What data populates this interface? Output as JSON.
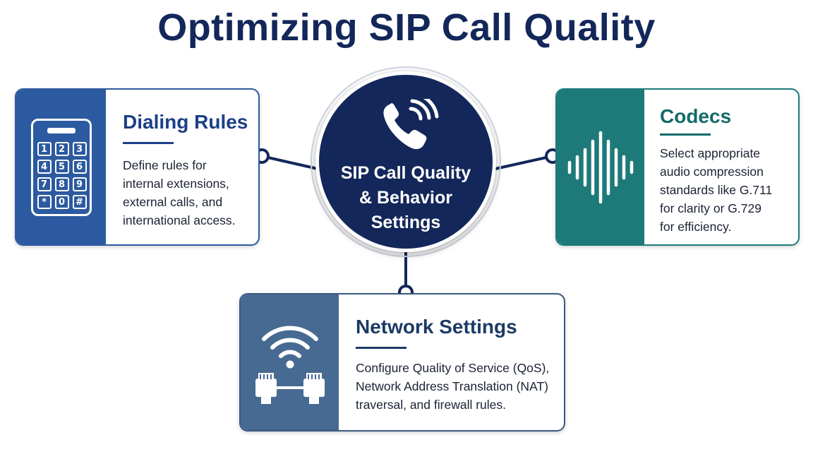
{
  "title": "Optimizing SIP Call Quality",
  "hub": {
    "label": "SIP Call Quality\n& Behavior\nSettings",
    "icon": "phone-call-icon",
    "color": "#13275a"
  },
  "cards": {
    "dialing": {
      "title": "Dialing Rules",
      "description": "Define rules for\ninternal extensions,\nexternal calls, and\ninternational access.",
      "icon": "keypad-icon",
      "keys": [
        "1",
        "2",
        "3",
        "4",
        "5",
        "6",
        "7",
        "8",
        "9",
        "*",
        "0",
        "#"
      ],
      "color": "#2c5aa0"
    },
    "codecs": {
      "title": "Codecs",
      "description": "Select appropriate\naudio compression\nstandards like G.711\nfor clarity or G.729\nfor efficiency.",
      "icon": "audio-waveform-icon",
      "color": "#1d7a79"
    },
    "network": {
      "title": "Network Settings",
      "description": "Configure Quality of Service (QoS),\nNetwork Address Translation (NAT)\ntraversal, and firewall rules.",
      "icon": "wifi-ethernet-icon",
      "color": "#476a92"
    }
  }
}
